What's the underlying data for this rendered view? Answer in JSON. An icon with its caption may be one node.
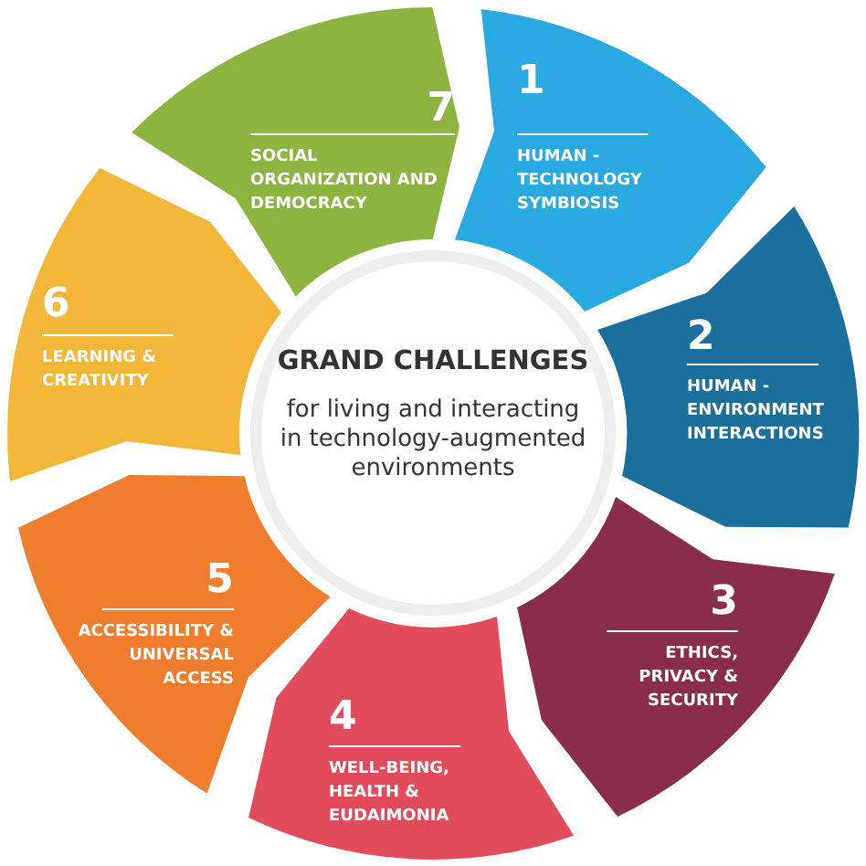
{
  "diagram": {
    "nodes": [
      {
        "text": [
          "GRAND CHALLENGES",
          "for living and interacting in technology-augmented environments"
        ]
      },
      {
        "text": [
          "1",
          "HUMAN - TECHNOLOGY SYMBIOSIS"
        ]
      },
      {
        "text": [
          "2",
          "HUMAN - ENVIRONMENT INTERACTIONS"
        ]
      },
      {
        "text": [
          "3",
          "ETHICS, PRIVACY & SECURITY"
        ]
      },
      {
        "text": [
          "4",
          "WELL-BEING, HEALTH & EUDAIMONIA"
        ]
      },
      {
        "text": [
          "5",
          "ACCESSIBILITY & UNIVERSAL ACCESS"
        ]
      },
      {
        "text": [
          "6",
          "LEARNING & CREATIVITY"
        ]
      },
      {
        "text": [
          "7",
          "SOCIAL ORGANIZATION AND DEMOCRACY"
        ]
      }
    ]
  }
}
